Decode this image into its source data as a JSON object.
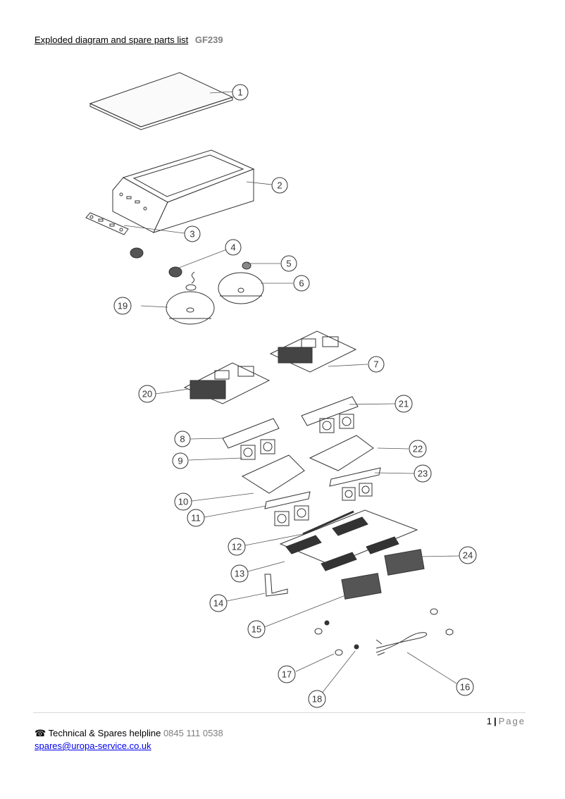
{
  "header": {
    "title": "Exploded diagram and spare parts list",
    "model": "GF239"
  },
  "diagram": {
    "callouts": [
      "1",
      "2",
      "3",
      "4",
      "5",
      "6",
      "7",
      "8",
      "9",
      "10",
      "11",
      "12",
      "13",
      "14",
      "15",
      "16",
      "17",
      "18",
      "19",
      "20",
      "21",
      "22",
      "23",
      "24"
    ]
  },
  "footer": {
    "page_number": "1",
    "separator": "|",
    "page_word": "Page",
    "phone_icon": "☎",
    "helpline_label": "Technical & Spares helpline",
    "helpline_number": "0845 111 0538",
    "email": "spares@uropa-service.co.uk"
  }
}
